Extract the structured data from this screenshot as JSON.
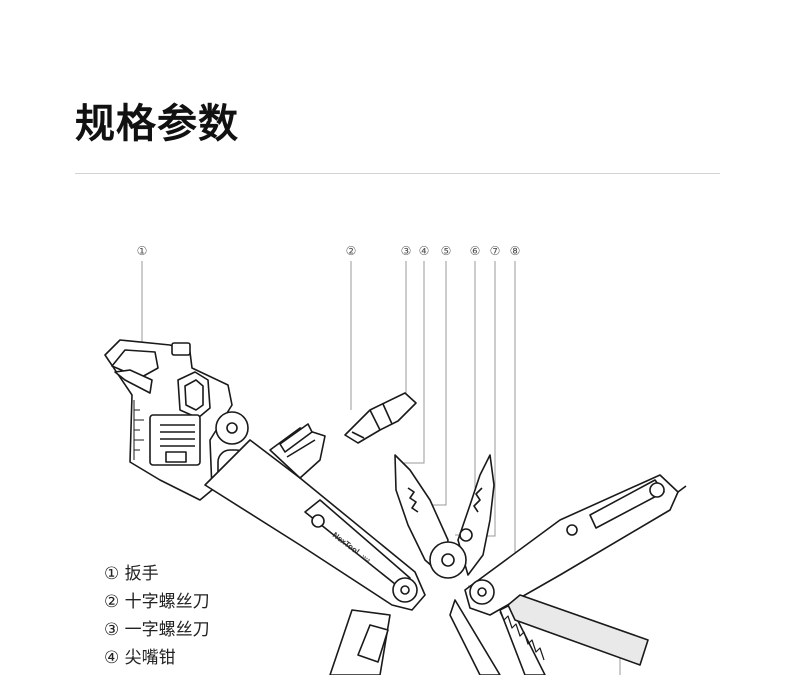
{
  "title": "规格参数",
  "callouts": [
    "①",
    "②",
    "③",
    "④",
    "⑤",
    "⑥",
    "⑦",
    "⑧"
  ],
  "tool_brand": "NexTool",
  "tool_model": "W4",
  "legend": [
    "① 扳手",
    "② 十字螺丝刀",
    "③ 一字螺丝刀",
    "④ 尖嘴钳"
  ]
}
